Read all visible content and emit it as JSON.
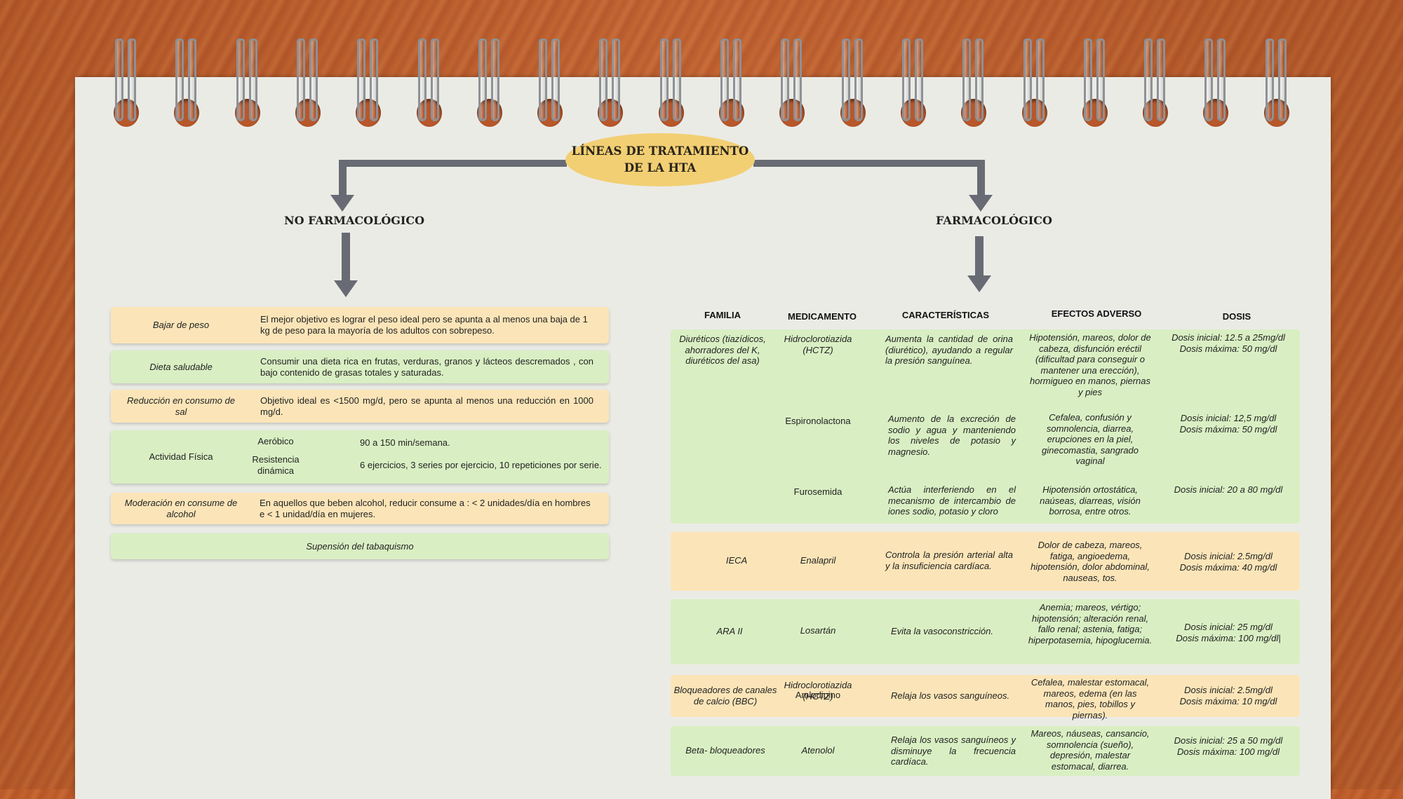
{
  "title": "LÍNEAS DE TRATAMIENTO DE LA HTA",
  "title_lines": [
    "LÍNEAS DE TRATAMIENTO",
    "DE LA HTA"
  ],
  "branches": {
    "left": "NO FARMACOLÓGICO",
    "right": "FARMACOLÓGICO"
  },
  "colors": {
    "amber": "#fbe5b8",
    "green": "#d9efc3",
    "oval": "#f2cf73",
    "connector": "#686b73",
    "wood": "#c0612c"
  },
  "no_farmacologico": [
    {
      "label": "Bajar de peso",
      "text": "El mejor objetivo es lograr el peso ideal pero se apunta a al menos una baja de 1 kg de peso para la mayoría de los adultos con sobrepeso."
    },
    {
      "label": "Dieta saludable",
      "text": "Consumir una dieta rica en frutas, verduras, granos y lácteos descremados , con bajo contenido de grasas totales y saturadas."
    },
    {
      "label": "Reducción en consumo de sal",
      "text": "Objetivo ideal es <1500 mg/d, pero se apunta al menos una reducción en 1000 mg/d."
    },
    {
      "label": "Actividad Física",
      "sub": [
        {
          "name": "Aeróbico",
          "text": "90 a 150 min/semana."
        },
        {
          "name": "Resistencia dinámica",
          "text": "6 ejercicios, 3 series por ejercicio, 10 repeticiones por serie."
        }
      ]
    },
    {
      "label": "Moderación en consume de alcohol",
      "text": "En aquellos que beben alcohol, reducir consume a : < 2 unidades/día en hombres e  < 1 unidad/día en mujeres."
    },
    {
      "label": "Supensión del tabaquismo"
    }
  ],
  "table": {
    "headers": [
      "FAMILIA",
      "MEDICAMENTO",
      "CARACTERÍSTICAS",
      "EFECTOS ADVERSO",
      "DOSIS"
    ],
    "groups": [
      {
        "familia": "Diuréticos (tiazídicos, ahorradores del K, diuréticos del asa)",
        "rows": [
          {
            "medicamento": "Hidroclorotiazida (HCTZ)",
            "caracteristicas": "Aumenta la cantidad de orina (diurético), ayudando a regular la presión sanguínea.",
            "efectos": "Hipotensión, mareos, dolor de cabeza, disfunción eréctil (dificultad para conseguir o mantener una erección), hormigueo en manos, piernas y pies",
            "dosis": "Dosis inicial: 12.5 a 25mg/dl\nDosis máxima: 50 mg/dl"
          },
          {
            "medicamento": "Espironolactona",
            "caracteristicas": "Aumento de la excreción de sodio y agua y manteniendo los niveles de potasio y magnesio.",
            "efectos": "Cefalea, confusión y somnolencia, diarrea, erupciones en la piel, ginecomastia, sangrado vaginal",
            "dosis": "Dosis inicial: 12,5 mg/dl\nDosis máxima: 50 mg/dl"
          },
          {
            "medicamento": "Furosemida",
            "caracteristicas": "Actúa interferiendo en el mecanismo de intercambio de iones sodio, potasio y cloro",
            "efectos": "Hipotensión ortostática, naúseas, diarreas, visión borrosa, entre otros.",
            "dosis": "Dosis inicial: 20 a 80 mg/dl"
          }
        ]
      },
      {
        "familia": "IECA",
        "rows": [
          {
            "medicamento": "Enalapril",
            "caracteristicas": "Controla la presión arterial alta y la insuficiencia cardíaca.",
            "efectos": "Dolor de cabeza, mareos, fatiga, angioedema, hipotensión, dolor abdominal, nauseas, tos.",
            "dosis": "Dosis inicial:  2.5mg/dl\nDosis máxima: 40 mg/dl"
          }
        ]
      },
      {
        "familia": "ARA II",
        "rows": [
          {
            "medicamento": "Losartán",
            "caracteristicas": "Evita la vasoconstricción.",
            "efectos": "Anemia; mareos, vértigo; hipotensión; alteración renal, fallo renal; astenia, fatiga; hiperpotasemia, hipoglucemia.",
            "dosis": "Dosis inicial: 25 mg/dl\nDosis máxima: 100 mg/dl|"
          }
        ]
      },
      {
        "familia": "Bloqueadores de canales de calcio (BBC)",
        "rows": [
          {
            "medicamento": "Amlodipino",
            "medicamento_overlap": "Hidroclorotiazida (HCTZ)",
            "caracteristicas": "Relaja los vasos sanguíneos.",
            "efectos": "Cefalea, malestar estomacal, mareos, edema (en las manos, pies, tobillos y piernas).",
            "dosis": "Dosis inicial:  2.5mg/dl\nDosis máxima: 10 mg/dl"
          }
        ]
      },
      {
        "familia": "Beta- bloqueadores",
        "rows": [
          {
            "medicamento": "Atenolol",
            "caracteristicas": "Relaja los vasos sanguíneos y disminuye la frecuencia cardíaca.",
            "efectos": "Mareos, náuseas, cansancio, somnolencia (sueño), depresión, malestar estomacal, diarrea.",
            "dosis": "Dosis inicial:  25 a 50 mg/dl\nDosis máxima: 100 mg/dl"
          }
        ]
      }
    ]
  }
}
